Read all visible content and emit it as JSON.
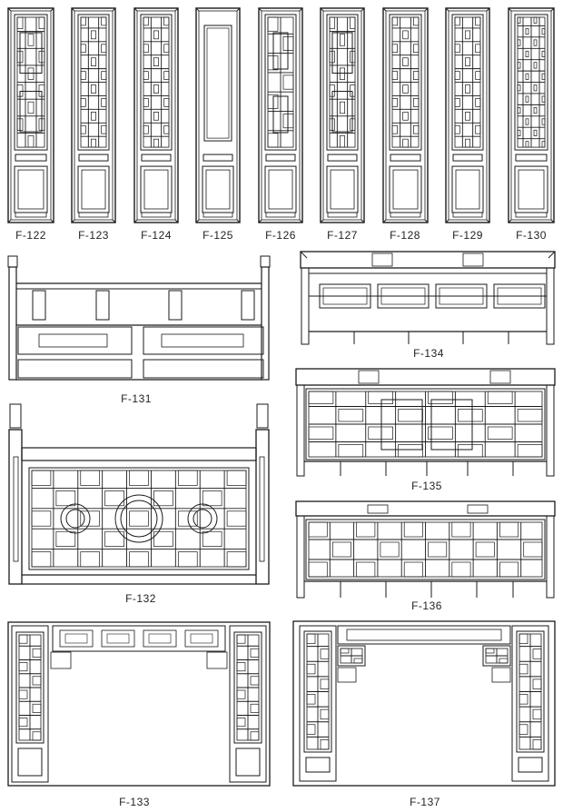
{
  "doors": [
    {
      "label": "F-122",
      "style": "octagon"
    },
    {
      "label": "F-123",
      "style": "lattice"
    },
    {
      "label": "F-124",
      "style": "lattice"
    },
    {
      "label": "F-125",
      "style": "plain"
    },
    {
      "label": "F-126",
      "style": "panels"
    },
    {
      "label": "F-127",
      "style": "octagon"
    },
    {
      "label": "F-128",
      "style": "lattice"
    },
    {
      "label": "F-129",
      "style": "lattice"
    },
    {
      "label": "F-130",
      "style": "grid"
    }
  ],
  "railings": {
    "f131": {
      "label": "F-131"
    },
    "f132": {
      "label": "F-132"
    },
    "f133": {
      "label": "F-133"
    },
    "f134": {
      "label": "F-134"
    },
    "f135": {
      "label": "F-135"
    },
    "f136": {
      "label": "F-136"
    },
    "f137": {
      "label": "F-137"
    }
  },
  "colors": {
    "line": "#1a1a1a",
    "paper": "#ffffff"
  }
}
